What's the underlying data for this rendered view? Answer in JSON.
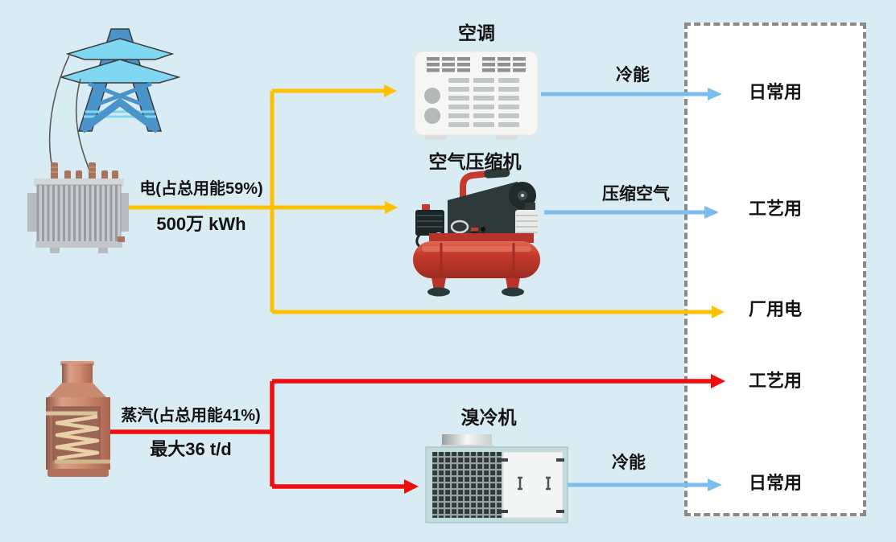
{
  "diagram_title": "factory-energy-flow-diagram",
  "colors": {
    "background": "#d9ecf3",
    "electric_flow": "#FFC000",
    "steam_flow": "#F10D0D",
    "cold_flow": "#7CBEEB",
    "uses_box_border": "#8a8a8a",
    "uses_box_fill": "#ffffff",
    "text": "#141414"
  },
  "electric_source": {
    "icons": [
      "transmission-tower",
      "transformer"
    ],
    "label": "电(占总用能59%)",
    "amount": "500万 kWh"
  },
  "steam_source": {
    "icon": "boiler",
    "label": "蒸汽(占总用能41%)",
    "amount": "最大36 t/d"
  },
  "equipment": {
    "air_conditioner": {
      "label": "空调"
    },
    "air_compressor": {
      "label": "空气压缩机"
    },
    "bromine_chiller": {
      "label": "溴冷机"
    }
  },
  "flow_labels": {
    "cold_energy_top": "冷能",
    "compressed_air": "压缩空气",
    "cold_energy_bottom": "冷能"
  },
  "end_uses": {
    "items": [
      {
        "label": "日常用"
      },
      {
        "label": "工艺用"
      },
      {
        "label": "厂用电"
      },
      {
        "label": "工艺用"
      },
      {
        "label": "日常用"
      }
    ]
  }
}
